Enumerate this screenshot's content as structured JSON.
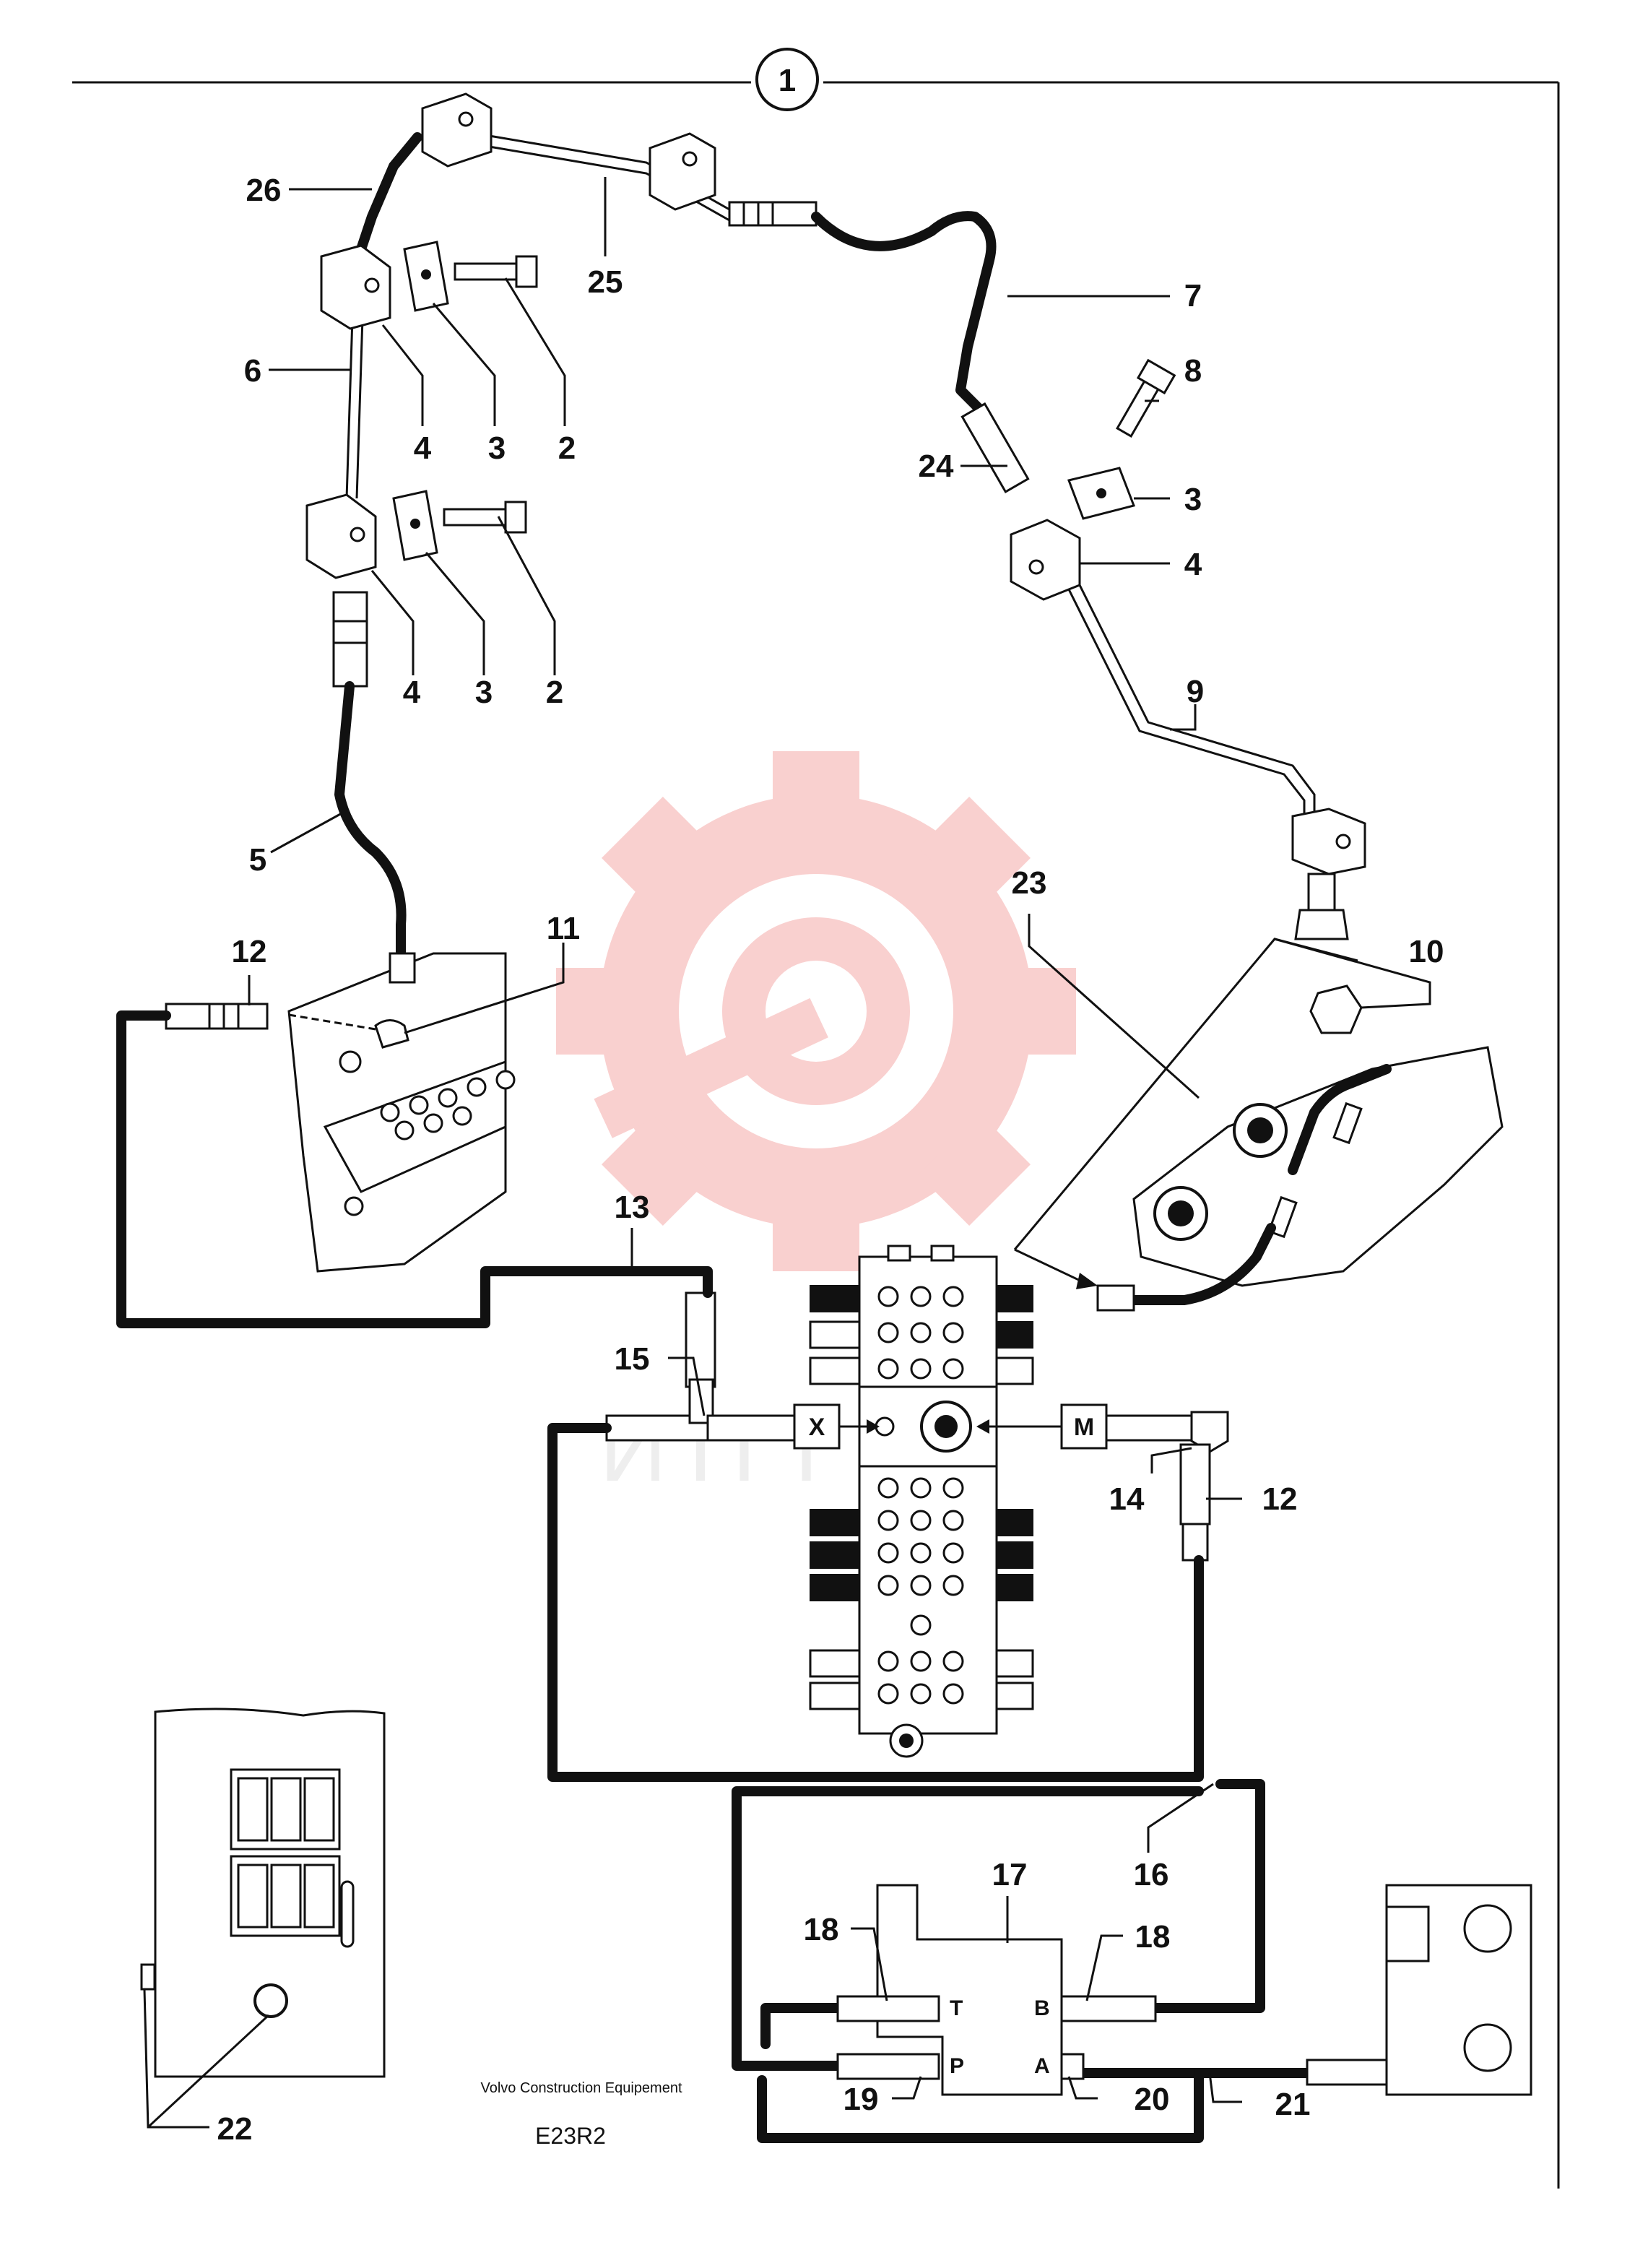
{
  "sheet": {
    "view_number": "1",
    "publisher": "Volvo Construction Equipement",
    "drawing_code": "E23R2",
    "watermark_text": "ИПТК",
    "watermark_color": "#f4a9a8"
  },
  "valve_boxes": {
    "left": "X",
    "right": "M"
  },
  "ports": {
    "T": "T",
    "B": "B",
    "P": "P",
    "A": "A"
  },
  "callouts": {
    "c26": "26",
    "c25": "25",
    "c7": "7",
    "c8": "8",
    "c6": "6",
    "c4a": "4",
    "c3a": "3",
    "c2a": "2",
    "c4b": "4",
    "c3b": "3",
    "c2b": "2",
    "c24": "24",
    "c3c": "3",
    "c4c": "4",
    "c9": "9",
    "c5": "5",
    "c23": "23",
    "c11": "11",
    "c12a": "12",
    "c10": "10",
    "c13": "13",
    "c15": "15",
    "c14": "14",
    "c12b": "12",
    "c17": "17",
    "c16": "16",
    "c18a": "18",
    "c18b": "18",
    "c19": "19",
    "c20": "20",
    "c21": "21",
    "c22": "22"
  }
}
